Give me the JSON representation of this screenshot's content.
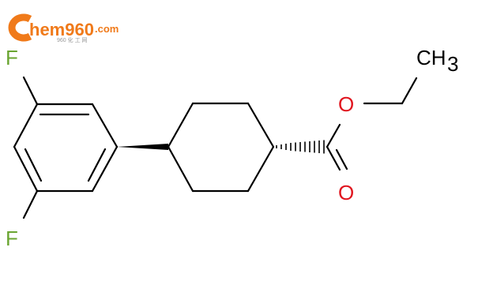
{
  "logo": {
    "brand": "hem960",
    "domain": ".com",
    "tagline": "960 化 工 网",
    "brand_color": "#f07a1a",
    "c_icon": "orange-c-logo-icon"
  },
  "atoms": {
    "f_top": "F",
    "f_bottom": "F",
    "o_ester": "O",
    "o_carbonyl": "O",
    "ch3_c": "CH",
    "ch3_sub": "3"
  },
  "colors": {
    "fluorine": "#6aa531",
    "oxygen": "#e0141e",
    "bond": "#000000"
  }
}
